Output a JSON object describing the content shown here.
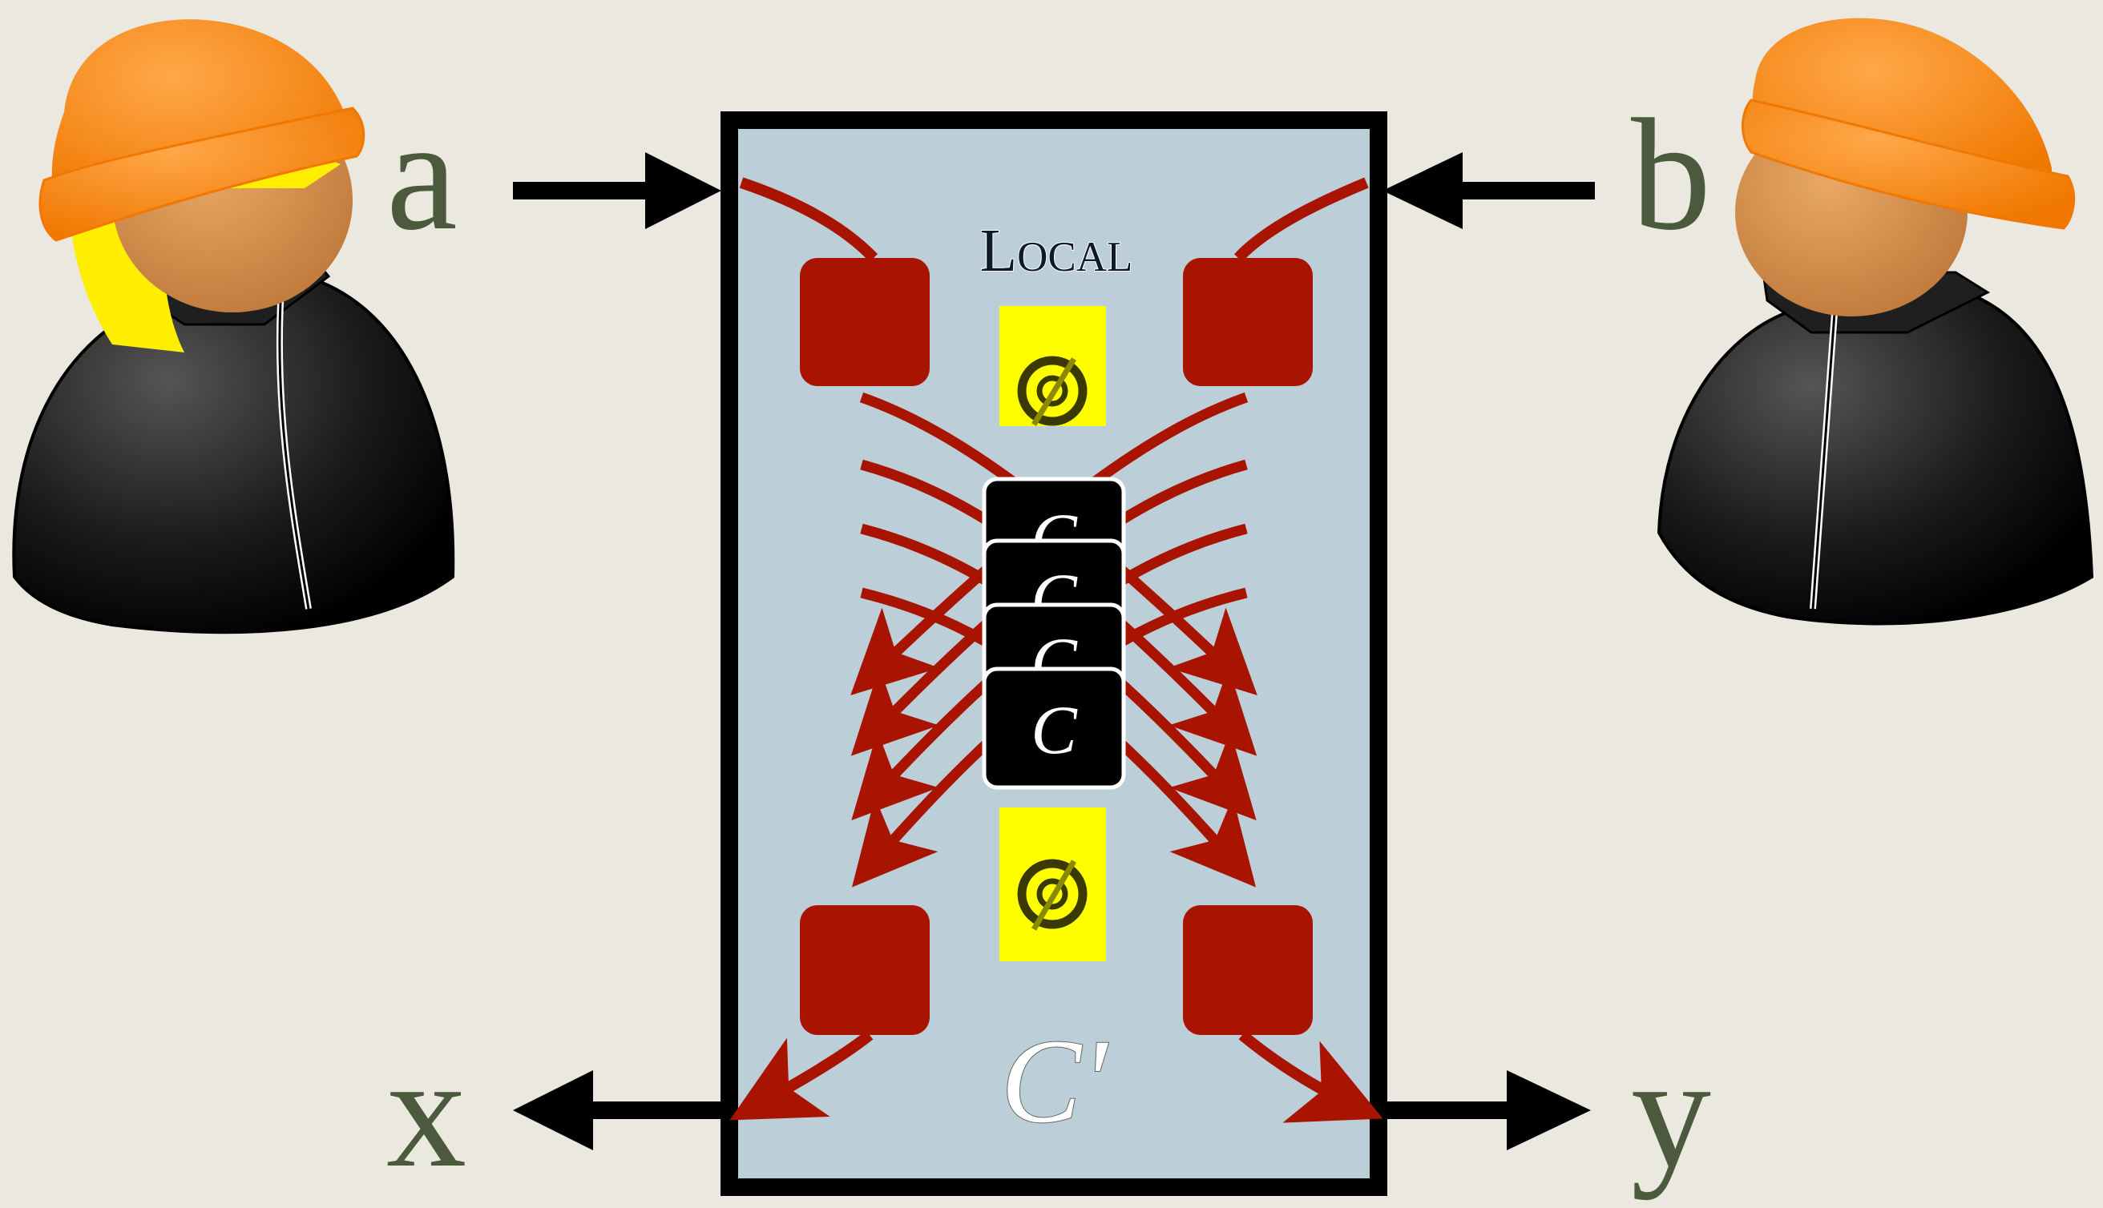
{
  "labels": {
    "input_a": "a",
    "input_b": "b",
    "output_x": "x",
    "output_y": "y",
    "box_title": "Local",
    "box_name": "C'",
    "channel_symbol": "C"
  },
  "colors": {
    "background": "#ebe8df",
    "box_fill": "#bccfd8",
    "box_border": "#000000",
    "node_red": "#a81400",
    "arrow_red": "#a81400",
    "channel_tile": "#000000",
    "yellow_card": "#ffff00",
    "hat_orange": "#ff8c1a",
    "hair_yellow": "#ffee00",
    "label_text": "#4b5a3c"
  },
  "icons": {
    "person_left": "person-with-hat-and-blonde-hair-icon",
    "person_right": "person-with-hat-icon",
    "yellow_card_symbol": "no-cents-icon"
  }
}
